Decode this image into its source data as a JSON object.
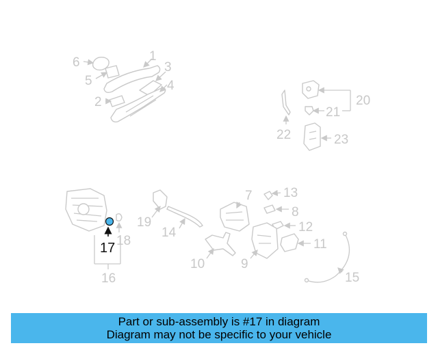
{
  "callouts": {
    "c1": "1",
    "c2": "2",
    "c3": "3",
    "c4": "4",
    "c5": "5",
    "c6": "6",
    "c7": "7",
    "c8": "8",
    "c9": "9",
    "c10": "10",
    "c11": "11",
    "c12": "12",
    "c13": "13",
    "c14": "14",
    "c15": "15",
    "c16": "16",
    "c17": "17",
    "c18": "18",
    "c19": "19",
    "c20": "20",
    "c21": "21",
    "c22": "22",
    "c23": "23"
  },
  "highlight": {
    "part": "17",
    "color": "#4ab6ec"
  },
  "banner": {
    "line1": "Part or sub-assembly is #17 in diagram",
    "line2": "Diagram may not be specific to your vehicle",
    "color": "#4ab6ec"
  }
}
